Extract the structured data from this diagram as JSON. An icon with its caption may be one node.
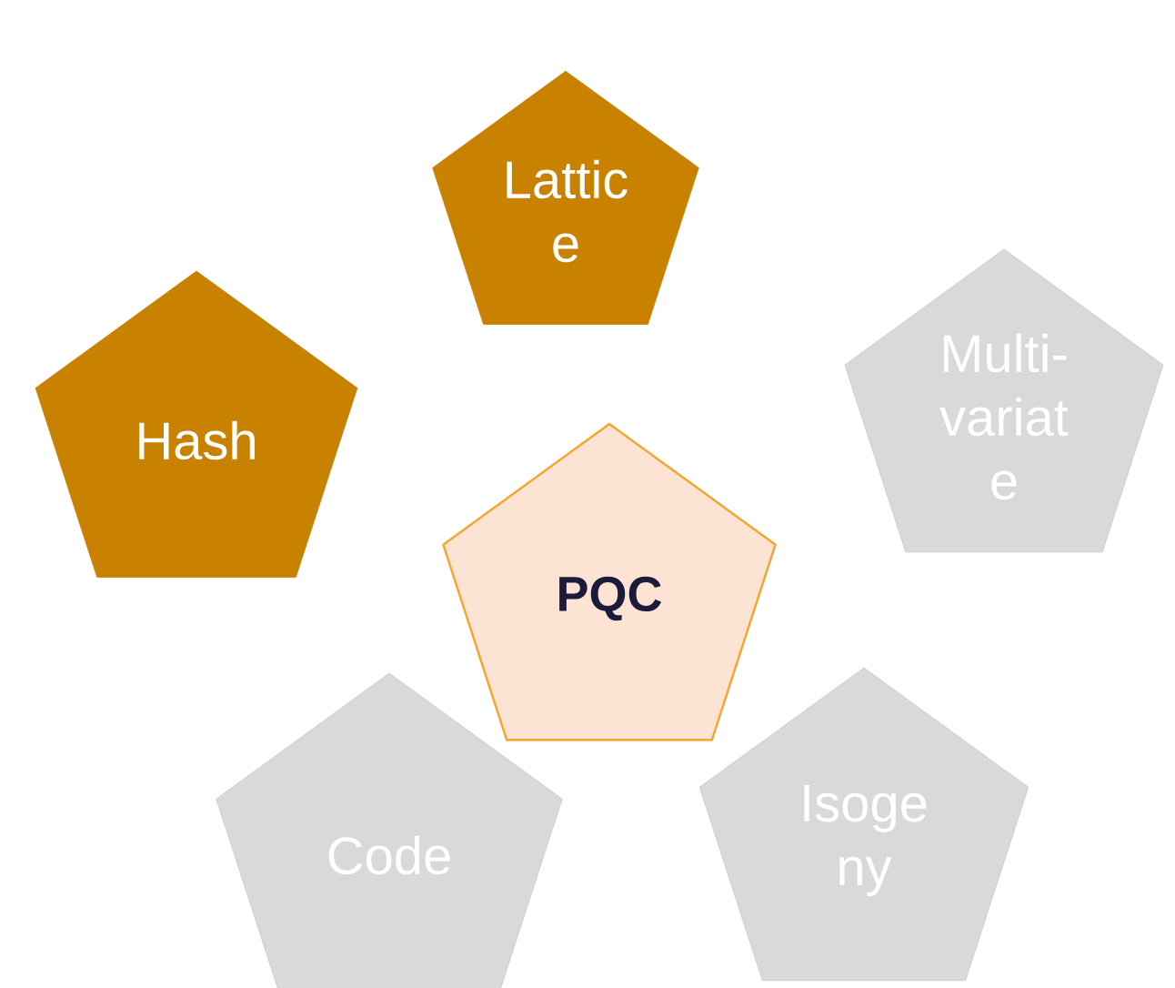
{
  "diagram": {
    "nodes": [
      {
        "text": [
          "Lattic e"
        ]
      },
      {
        "text": [
          "Hash"
        ]
      },
      {
        "text": [
          "Multi- variat e"
        ]
      },
      {
        "text": [
          "PQC"
        ]
      },
      {
        "text": [
          "Code"
        ]
      },
      {
        "text": [
          "Isoge ny"
        ]
      }
    ]
  }
}
